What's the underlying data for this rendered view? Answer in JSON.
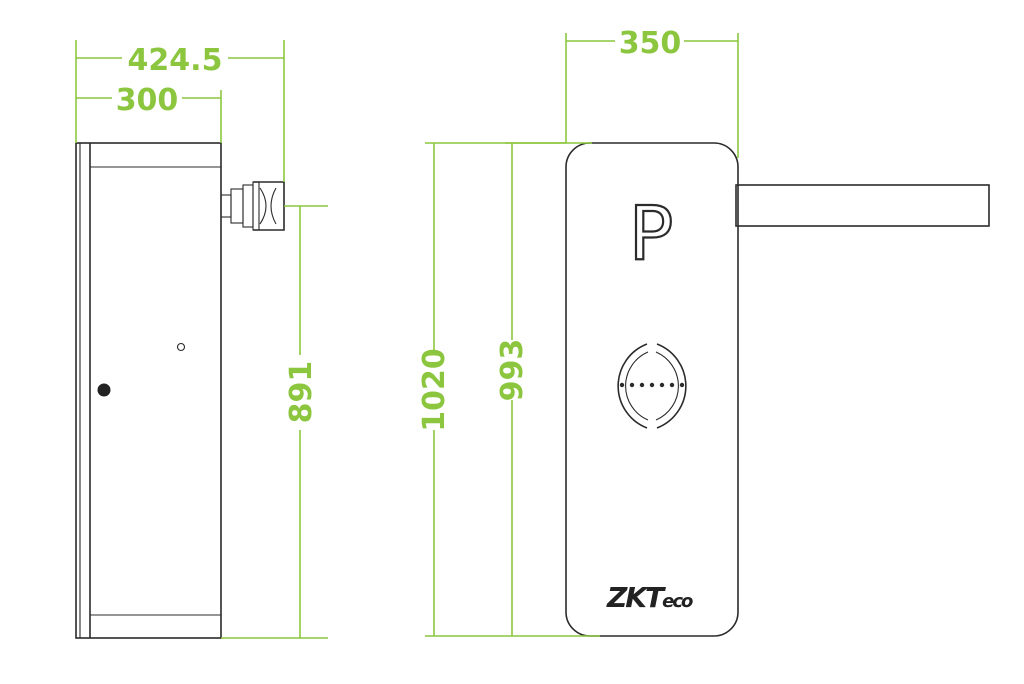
{
  "dimensions": {
    "side_total_width": "424.5",
    "side_body_width": "300",
    "side_height": "891",
    "front_width": "350",
    "front_total_height": "1020",
    "front_body_height": "993"
  },
  "front_panel": {
    "parking_symbol": "P",
    "brand_logo": "ZKTeco"
  },
  "colors": {
    "dimension": "#8cc63f",
    "outline": "#2b2b2b",
    "background": "#ffffff"
  }
}
